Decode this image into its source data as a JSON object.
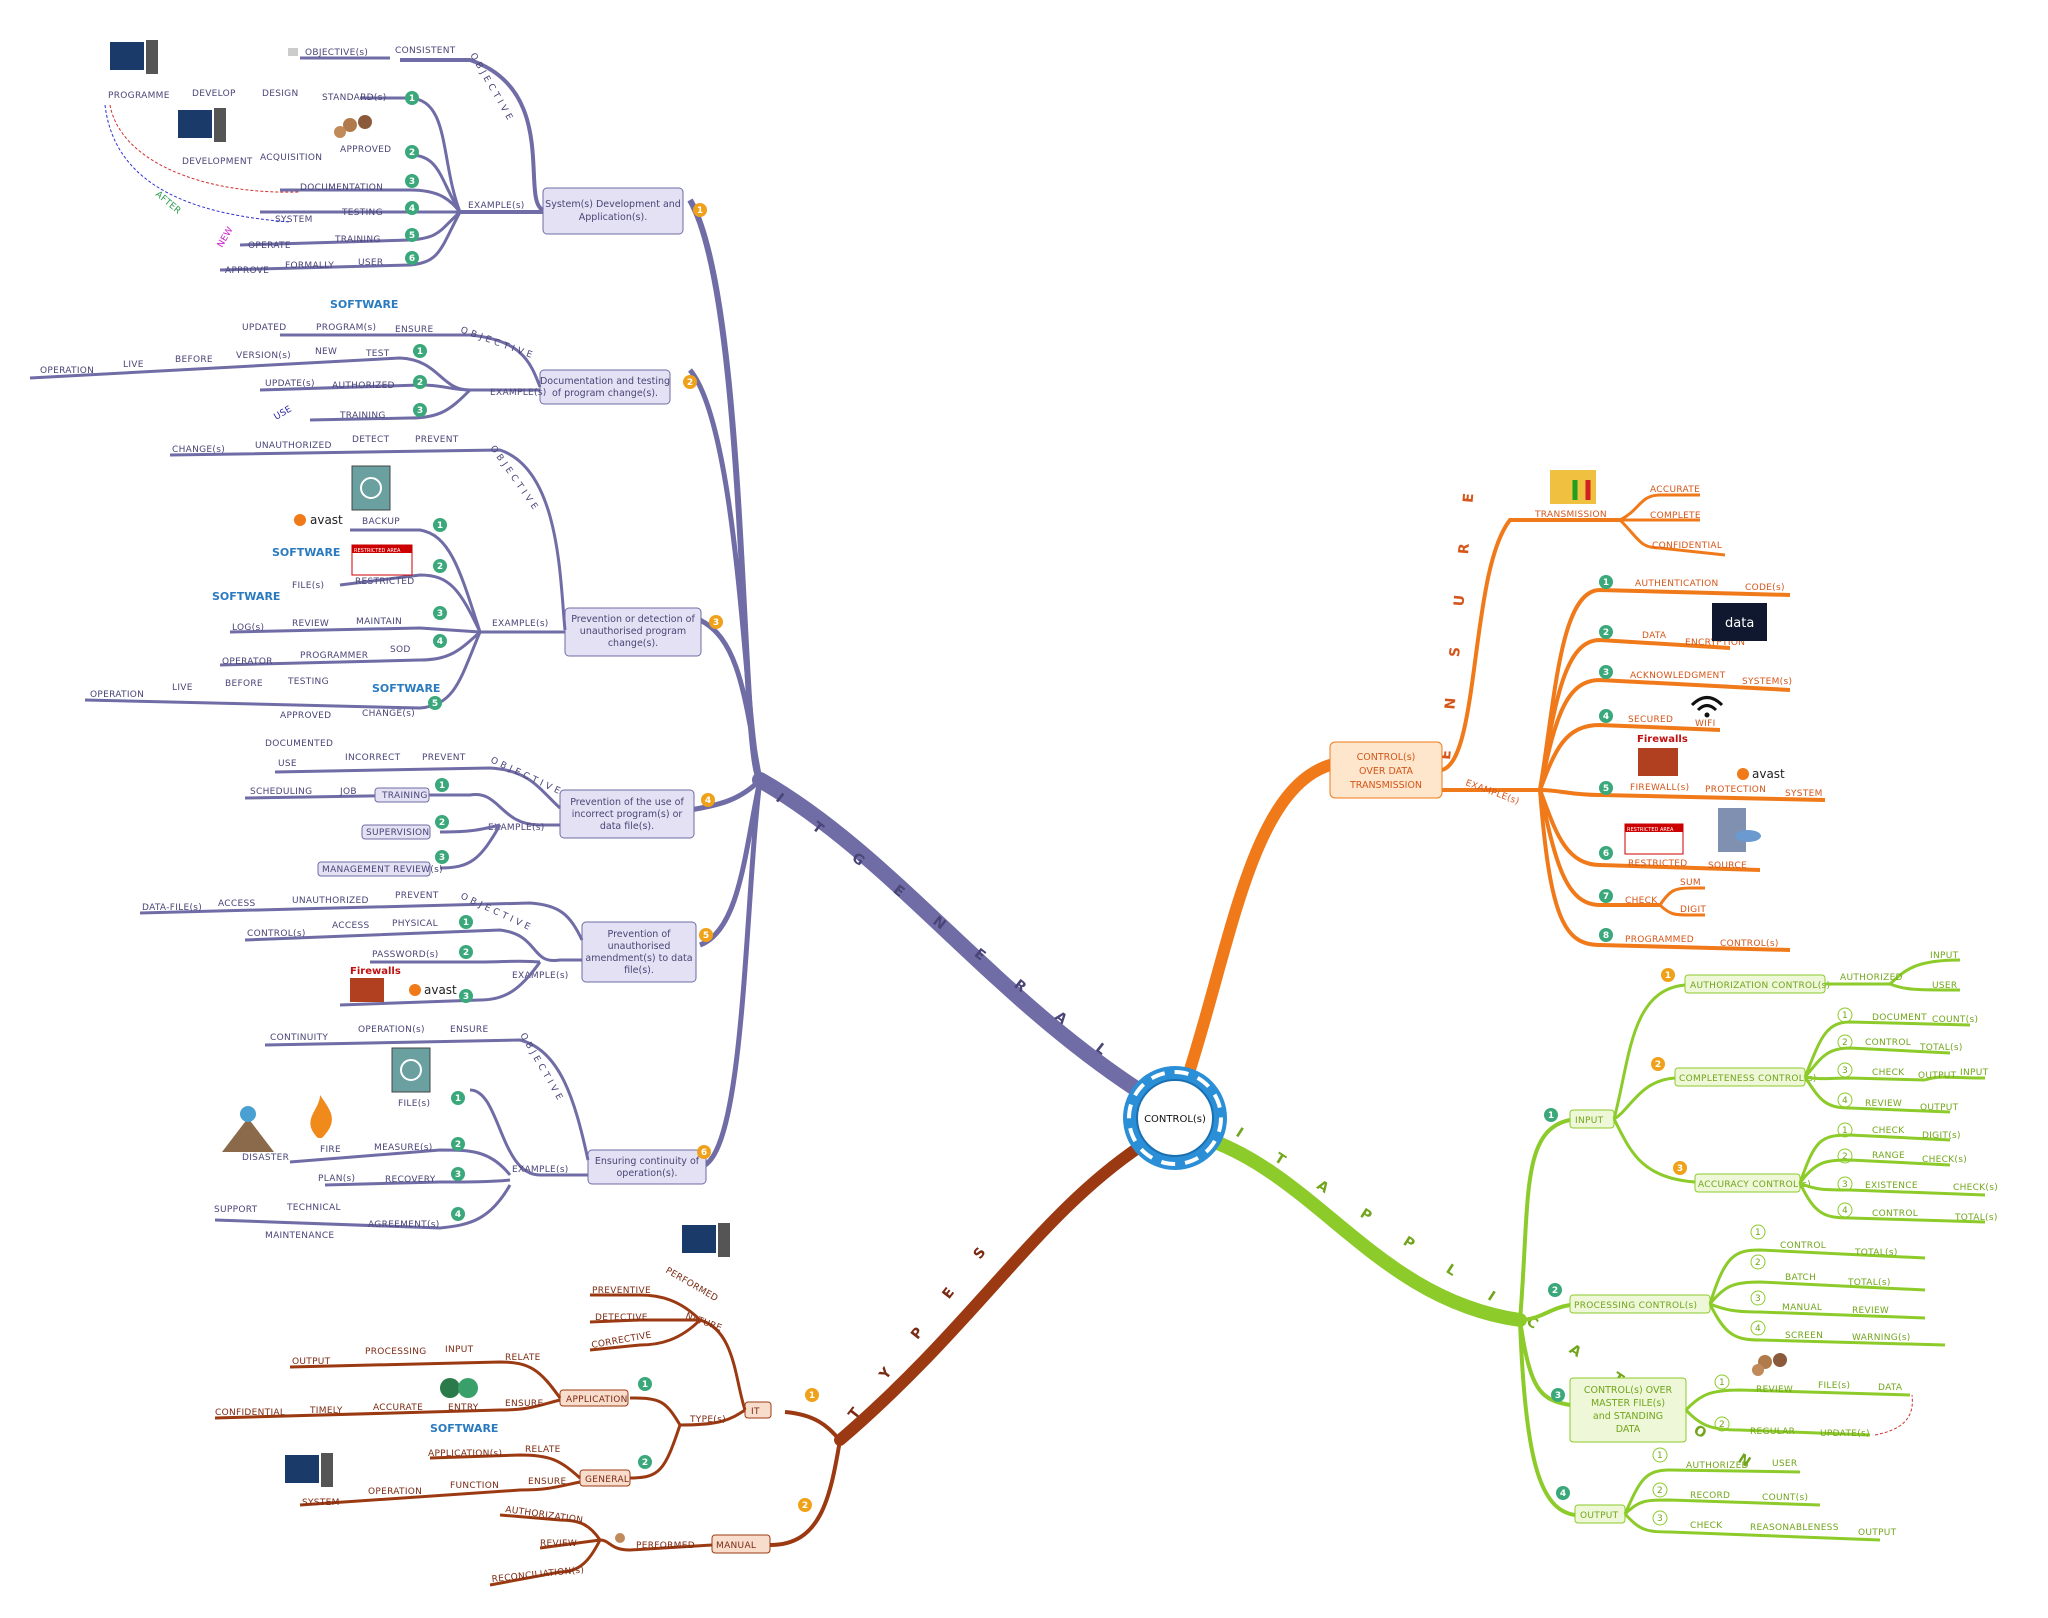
{
  "center": "CONTROL(s)",
  "main_branches": {
    "it_general": "I T   G E N E R A L",
    "it_application": "I T   A P P L I C A T I O N",
    "types": "T Y P E S",
    "ensure": "E N S U R E"
  },
  "colors": {
    "general": "#6a6a9e",
    "transmission": "#f07a1a",
    "application": "#8ccb2a",
    "types": "#9b3a12"
  },
  "general": {
    "b1": {
      "title1": "System(s) Development and",
      "title2": "Application(s).",
      "objective": "O B J E C T I V E",
      "consistent": "CONSISTENT",
      "objectives_label": "OBJECTIVE(s)",
      "programme": "PROGRAMME",
      "develop": "DEVELOP",
      "design": "DESIGN",
      "standards": "STANDARD(s)",
      "development": "DEVELOPMENT",
      "acquisition": "ACQUISITION",
      "approved": "APPROVED",
      "documentation": "DOCUMENTATION",
      "system": "SYSTEM",
      "testing": "TESTING",
      "operate": "OPERATE",
      "training": "TRAINING",
      "approve": "APPROVE",
      "formally": "FORMALLY",
      "user": "USER",
      "examples": "EXAMPLE(s)",
      "after": "AFTER",
      "new": "NEW"
    },
    "b2": {
      "title1": "Documentation and testing",
      "title2": "of program change(s).",
      "objective": "O B J E C T I V E",
      "updated": "UPDATED",
      "programs": "PROGRAM(s)",
      "ensure": "ENSURE",
      "operation": "OPERATION",
      "live": "LIVE",
      "before": "BEFORE",
      "versions": "VERSION(s)",
      "new": "NEW",
      "test": "TEST",
      "updates": "UPDATE(s)",
      "authorized": "AUTHORIZED",
      "training": "TRAINING",
      "use": "USE",
      "examples": "EXAMPLE(s)"
    },
    "b3": {
      "title1": "Prevention or detection of",
      "title2": "unauthorised program",
      "title3": "change(s).",
      "objective": "O B J E C T I V E",
      "changes": "CHANGE(s)",
      "unauthorized": "UNAUTHORIZED",
      "detect": "DETECT",
      "prevent": "PREVENT",
      "backup": "BACKUP",
      "files": "FILE(s)",
      "restricted": "RESTRICTED",
      "logs": "LOG(s)",
      "review": "REVIEW",
      "maintain": "MAINTAIN",
      "operator": "OPERATOR",
      "programmer": "PROGRAMMER",
      "sod": "SOD",
      "operation": "OPERATION",
      "live": "LIVE",
      "before": "BEFORE",
      "testing": "TESTING",
      "approved": "APPROVED",
      "documented": "DOCUMENTED",
      "changes2": "CHANGE(s)",
      "examples": "EXAMPLE(s)"
    },
    "b4": {
      "title1": "Prevention of the use of",
      "title2": "incorrect program(s) or",
      "title3": "data file(s).",
      "objective": "O B J E C T I V E",
      "use": "USE",
      "incorrect": "INCORRECT",
      "prevent": "PREVENT",
      "scheduling": "SCHEDULING",
      "job": "JOB",
      "training": "TRAINING",
      "supervision": "SUPERVISION",
      "mgmt": "MANAGEMENT REVIEW(s)",
      "examples": "EXAMPLE(s)"
    },
    "b5": {
      "title1": "Prevention of",
      "title2": "unauthorised",
      "title3": "amendment(s) to data",
      "title4": "file(s).",
      "objective": "O B J E C T I V E",
      "datafiles": "DATA-FILE(s)",
      "access": "ACCESS",
      "unauthorized": "UNAUTHORIZED",
      "prevent": "PREVENT",
      "controls": "CONTROL(s)",
      "access2": "ACCESS",
      "physical": "PHYSICAL",
      "passwords": "PASSWORD(s)",
      "examples": "EXAMPLE(s)"
    },
    "b6": {
      "title1": "Ensuring continuity of",
      "title2": "operation(s).",
      "objective": "O B J E C T I V E",
      "continuity": "CONTINUITY",
      "operations": "OPERATION(s)",
      "ensure": "ENSURE",
      "files": "FILE(s)",
      "disaster": "DISASTER",
      "fire": "FIRE",
      "measures": "MEASURE(s)",
      "plans": "PLAN(s)",
      "recovery": "RECOVERY",
      "support": "SUPPORT",
      "technical": "TECHNICAL",
      "maintenance": "MAINTENANCE",
      "agreements": "AGREEMENT(s)",
      "examples": "EXAMPLE(s)"
    }
  },
  "transmission": {
    "title1": "CONTROL(s)",
    "title2": "OVER DATA",
    "title3": "TRANSMISSION",
    "transmission": "TRANSMISSION",
    "accurate": "ACCURATE",
    "complete": "COMPLETE",
    "confidential": "CONFIDENTIAL",
    "examples": "EXAMPLE(s)",
    "authentication": "AUTHENTICATION",
    "codes": "CODE(s)",
    "data": "DATA",
    "encryption": "ENCRYPTION",
    "acknowledgment": "ACKNOWLEDGMENT",
    "systems": "SYSTEM(s)",
    "secured": "SECURED",
    "wifi": "WIFI",
    "firewalls": "FIREWALL(s)",
    "protection": "PROTECTION",
    "system": "SYSTEM",
    "restricted": "RESTRICTED",
    "source": "SOURCE",
    "check": "CHECK",
    "sum": "SUM",
    "digit": "DIGIT",
    "programmed": "PROGRAMMED",
    "controls": "CONTROL(s)"
  },
  "application": {
    "input": "INPUT",
    "auth_controls": "AUTHORIZATION CONTROL(s)",
    "authorized": "AUTHORIZED",
    "input2": "INPUT",
    "user": "USER",
    "completeness": "COMPLETENESS CONTROL(s)",
    "document": "DOCUMENT",
    "counts": "COUNT(s)",
    "control": "CONTROL",
    "totals": "TOTAL(s)",
    "check": "CHECK",
    "output": "OUTPUT",
    "input3": "INPUT",
    "review": "REVIEW",
    "output2": "OUTPUT",
    "accuracy": "ACCURACY CONTROL(s)",
    "check2": "CHECK",
    "digits": "DIGIT(s)",
    "range": "RANGE",
    "checks": "CHECK(s)",
    "existence": "EXISTENCE",
    "checks2": "CHECK(s)",
    "control2": "CONTROL",
    "totals2": "TOTAL(s)",
    "processing": "PROCESSING CONTROL(s)",
    "control3": "CONTROL",
    "totals3": "TOTAL(s)",
    "batch": "BATCH",
    "totals4": "TOTAL(s)",
    "manual": "MANUAL",
    "review2": "REVIEW",
    "screen": "SCREEN",
    "warnings": "WARNING(s)",
    "master1": "CONTROL(s) OVER",
    "master2": "MASTER FILE(s)",
    "master3": "and STANDING",
    "master4": "DATA",
    "review3": "REVIEW",
    "files": "FILE(s)",
    "data": "DATA",
    "regular": "REGULAR",
    "updates": "UPDATE(s)",
    "output3": "OUTPUT",
    "authorized2": "AUTHORIZED",
    "user2": "USER",
    "record": "RECORD",
    "counts2": "COUNT(s)",
    "check3": "CHECK",
    "reasonableness": "REASONABLENESS",
    "output4": "OUTPUT"
  },
  "types": {
    "it": "IT",
    "manual": "MANUAL",
    "performed": "PERFORMED",
    "nature": "NATURE",
    "preventive": "PREVENTIVE",
    "detective": "DETECTIVE",
    "corrective": "CORRECTIVE",
    "types": "TYPE(s)",
    "application": "APPLICATION",
    "general": "GENERAL",
    "output": "OUTPUT",
    "processing": "PROCESSING",
    "input": "INPUT",
    "relate": "RELATE",
    "confidential": "CONFIDENTIAL",
    "timely": "TIMELY",
    "accurate": "ACCURATE",
    "ensure": "ENSURE",
    "entry": "ENTRY",
    "applications": "APPLICATION(s)",
    "relate2": "RELATE",
    "system": "SYSTEM",
    "operation": "OPERATION",
    "function": "FUNCTION",
    "ensure2": "ENSURE",
    "authorization": "AUTHORIZATION",
    "review": "REVIEW",
    "reconciliations": "RECONCILIATION(s)",
    "performed2": "PERFORMED"
  },
  "images": {
    "software": "SOFTWARE",
    "avast": "avast",
    "firewalls": "Firewalls",
    "data_enc": "data",
    "restricted_sign": "RESTRICTED AREA"
  }
}
